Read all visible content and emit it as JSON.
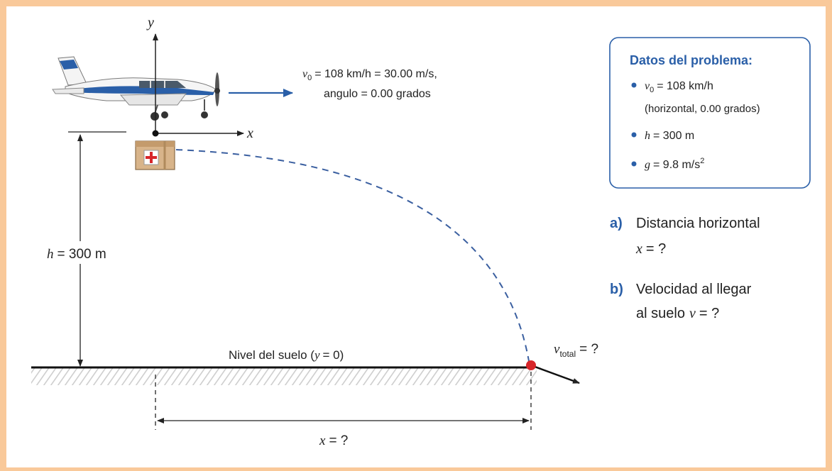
{
  "axes": {
    "y_label": "y",
    "x_label": "x"
  },
  "velocity_label": {
    "line1": {
      "v_symbol": "v",
      "v_sub": "0",
      "rest": "= 108 km/h = 30.00 m/s,"
    },
    "line2": "angulo = 0.00 grados"
  },
  "height_label": {
    "h_symbol": "h",
    "rest": "= 300 m"
  },
  "ground_label": {
    "prefix": "Nivel del suelo (",
    "var": "y",
    "suffix": "= 0)"
  },
  "vtotal_label": {
    "v_symbol": "v",
    "sub": "total",
    "rest": "= ?"
  },
  "x_label_bottom": {
    "var": "x",
    "rest": "= ?"
  },
  "data_box": {
    "title": "Datos del problema:",
    "v0_symbol": "v",
    "v0_sub": "0",
    "v0_rest": "= 108 km/h",
    "v0_note": "(horizontal, 0.00 grados)",
    "h_symbol": "h",
    "h_rest": "= 300 m",
    "g_symbol": "g",
    "g_rest": "= 9.8 m/s",
    "g_exp": "2"
  },
  "question_a": {
    "letter": "a)",
    "line1": "Distancia horizontal",
    "line2_var": "x",
    "line2_rest": "= ?"
  },
  "question_b": {
    "letter": "b)",
    "line1": "Velocidad al llegar",
    "line2_prefix": "al suelo",
    "line2_var": "v",
    "line2_rest": "= ?"
  },
  "colors": {
    "accent": "#2a5fa8",
    "frame": "#f9c99a",
    "impact": "#d7262a",
    "trajectory": "#3a5fa0"
  }
}
